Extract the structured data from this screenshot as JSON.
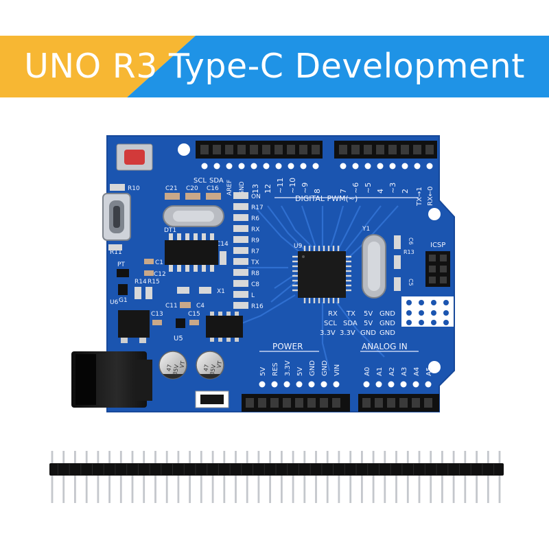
{
  "banner": {
    "title": "UNO R3 Type-C Development",
    "colors": {
      "yellow": "#f7b733",
      "blue": "#1f93e6"
    }
  },
  "board": {
    "pcb_color": "#1b55b0",
    "top_left_labels": {
      "scl": "SCL",
      "sda": "SDA",
      "aref": "AREF",
      "gnd": "GND"
    },
    "digital_pins": [
      "13",
      "12",
      "~11",
      "~10",
      "~9",
      "8",
      "7",
      "~6",
      "~5",
      "4",
      "~3",
      "2"
    ],
    "tx_label": "TX→1",
    "rx_label": "RX←0",
    "digital_header_label": "DIGITAL PWM(~)",
    "left_components": {
      "r10": "R10",
      "c21": "C21",
      "c20": "C20",
      "c16": "C16",
      "dt1": "DT1",
      "c14": "C14",
      "r11": "R11",
      "pt": "PT",
      "c1": "C1",
      "c12": "C12",
      "r14": "R14",
      "r15": "R15",
      "u6": "U6",
      "g1": "G1",
      "c11": "C11",
      "c4": "C4",
      "x1": "X1",
      "c13": "C13",
      "c15": "C15",
      "u5": "U5"
    },
    "led_labels": [
      "ON",
      "R17",
      "R6",
      "RX",
      "R9",
      "R7",
      "TX",
      "R8",
      "C8",
      "L",
      "R16"
    ],
    "center_components": {
      "u9": "U9",
      "y1": "Y1",
      "c6": "C6",
      "r13": "R13",
      "c5": "C5",
      "icsp": "ICSP"
    },
    "right_pin_rows": [
      [
        "RX",
        "TX",
        "5V",
        "GND"
      ],
      [
        "SCL",
        "SDA",
        "5V",
        "GND"
      ],
      [
        "3.3V",
        "3.3V",
        "GND",
        "GND"
      ]
    ],
    "capacitor_text": {
      "value": "47",
      "voltage": "35V",
      "series": "VT"
    },
    "power_header": {
      "label": "POWER",
      "pins": [
        "5V",
        "RES",
        "3.3V",
        "5V",
        "GND",
        "GND",
        "VIN"
      ]
    },
    "analog_header": {
      "label": "ANALOG IN",
      "pins": [
        "A0",
        "A1",
        "A2",
        "A3",
        "A4",
        "A5"
      ]
    }
  },
  "pin_header_strip": {
    "pin_count": 40
  }
}
